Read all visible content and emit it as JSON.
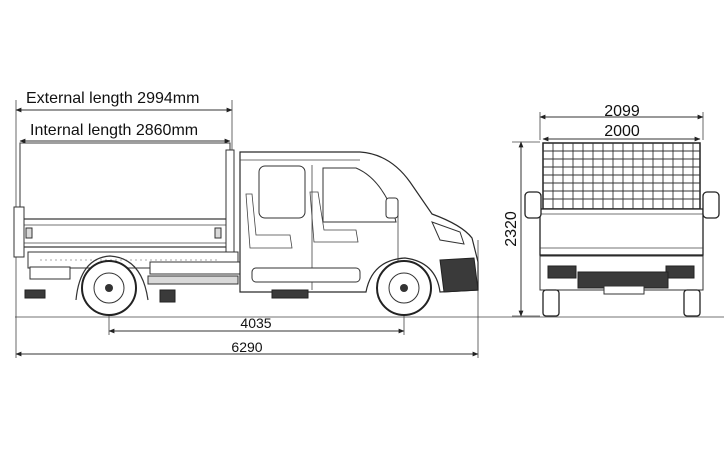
{
  "dimensions": {
    "external_length": "External length 2994mm",
    "internal_length": "Internal length 2860mm",
    "wheelbase": "4035",
    "overall_length": "6290",
    "overall_width": "2099",
    "internal_width": "2000",
    "overall_height": "2320"
  },
  "colors": {
    "line": "#333333",
    "background": "#ffffff"
  }
}
